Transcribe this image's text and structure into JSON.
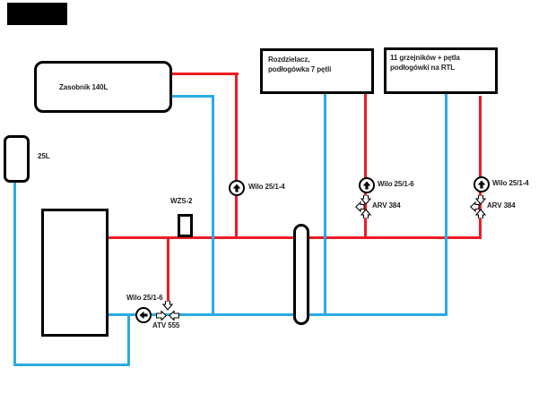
{
  "colors": {
    "supply_red": "#ed1c24",
    "return_blue": "#29abe2",
    "outline_black": "#000000",
    "label_text": "#1f1f1f",
    "redaction_fill": "#000000"
  },
  "diagram": {
    "tanks": {
      "main": {
        "label": "Zasobnik 140L"
      },
      "expansion": {
        "label": "25L"
      }
    },
    "boxes": {
      "manifold": {
        "line1": "Rozdzielacz,",
        "line2": "podłogówka 7 pętli"
      },
      "radiators": {
        "line1": "11 grzejników + pętla",
        "line2": "podłogówki na RTL"
      }
    },
    "sensor": {
      "label": "WZS-2"
    },
    "pumps": {
      "dhw": {
        "label": "Wilo 25/1-4"
      },
      "floor": {
        "label": "Wilo 25/1-6"
      },
      "radiators": {
        "label": "Wilo 25/1-4"
      },
      "boiler_return": {
        "label": "Wilo 25/1-6"
      }
    },
    "valves": {
      "floor_arv": {
        "label": "ARV 384"
      },
      "radiators_arv": {
        "label": "ARV 384"
      },
      "mixing_atv": {
        "label": "ATV 555"
      }
    }
  }
}
